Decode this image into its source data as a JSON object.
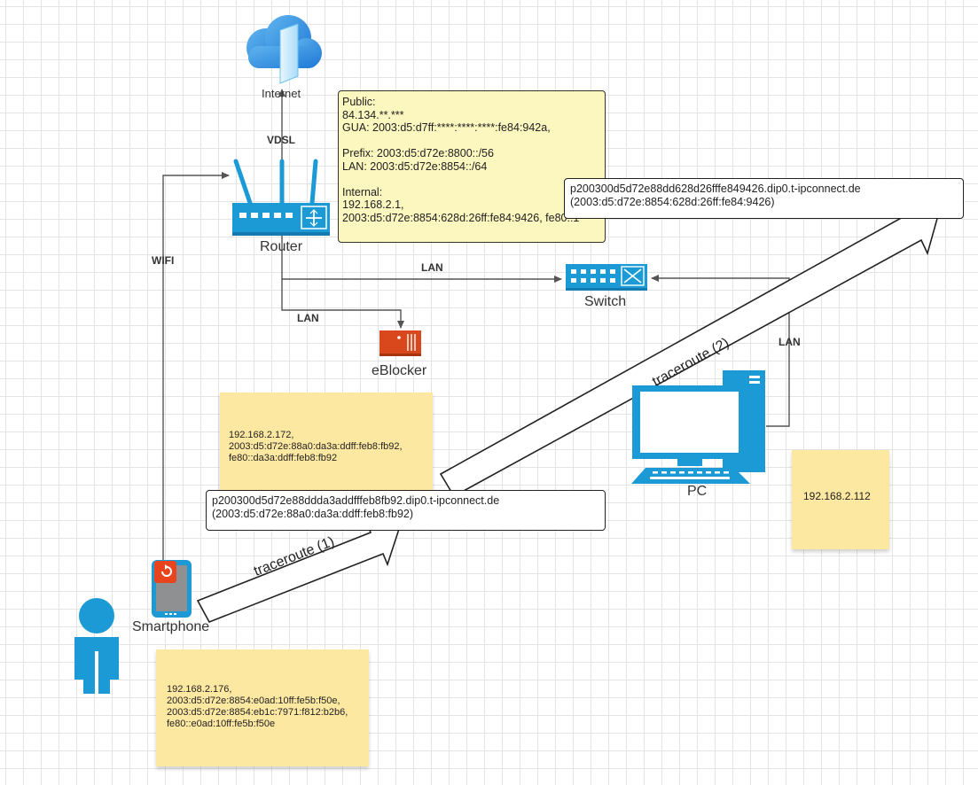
{
  "nodes": {
    "internet": "Internet",
    "router": "Router",
    "switch": "Switch",
    "eblocker": "eBlocker",
    "pc": "PC",
    "smartphone": "Smartphone"
  },
  "edges": {
    "vdsl": "VDSL",
    "wifi": "WIFI",
    "lan_router_switch": "LAN",
    "lan_router_eblocker": "LAN",
    "lan_pc_switch": "LAN"
  },
  "router_info": {
    "lines": [
      "Public:",
      "84.134.**.***",
      "GUA: 2003:d5:d7ff:****:****:****:fe84:942a,",
      "",
      "Prefix: 2003:d5:d72e:8800::/56",
      "LAN: 2003:d5:d72e:8854::/64",
      "",
      "Internal:",
      "192.168.2.1,",
      "2003:d5:d72e:8854:628d:26ff:fe84:9426, fe80::1"
    ]
  },
  "hostname_router": {
    "line1": "p200300d5d72e88dd628d26fffe849426.dip0.t-ipconnect.de",
    "line2": "(2003:d5:d72e:8854:628d:26ff:fe84:9426)"
  },
  "hostname_phone": {
    "line1": "p200300d5d72e88ddda3addfffeb8fb92.dip0.t-ipconnect.de",
    "line2": "(2003:d5:d72e:88a0:da3a:ddff:feb8:fb92)"
  },
  "notes": {
    "ebl": [
      "192.168.2.172,",
      "2003:d5:d72e:88a0:da3a:ddff:feb8:fb92,",
      "fe80::da3a:ddff:feb8:fb92"
    ],
    "pc": [
      "192.168.2.112"
    ],
    "phone": [
      "192.168.2.176,",
      "2003:d5:d72e:8854:e0ad:10ff:fe5b:f50e,",
      "2003:d5:d72e:8854:eb1c:7971:f812:b2b6,",
      "fe80::e0ad:10ff:fe5b:f50e"
    ]
  },
  "traceroutes": {
    "first": "traceroute (1)",
    "second": "traceroute (2)"
  },
  "colors": {
    "device_blue": "#1c9ad6",
    "eblocker_orange": "#d9481c",
    "sticky_yellow": "#fde8a2",
    "callout_yellow": "#fcf6bf"
  }
}
